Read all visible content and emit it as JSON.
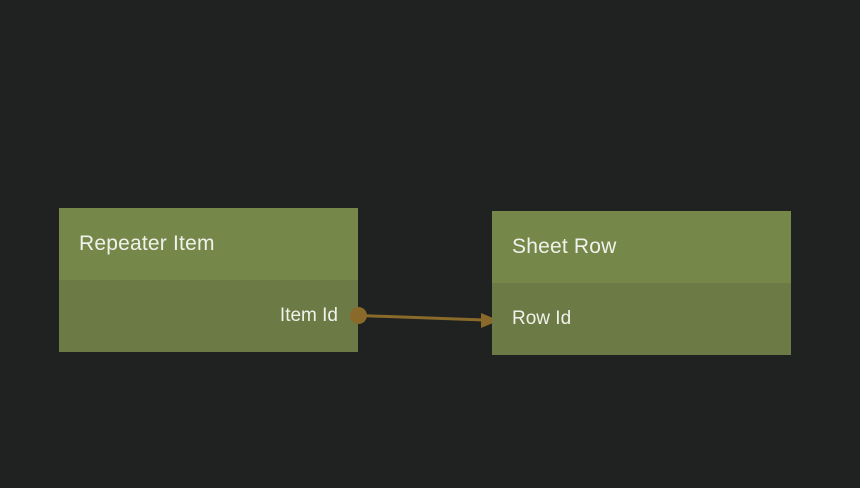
{
  "diagram": {
    "nodes": [
      {
        "id": "repeater-item",
        "title": "Repeater Item",
        "fields": [
          {
            "label": "Item Id",
            "align": "right",
            "port": "output"
          }
        ]
      },
      {
        "id": "sheet-row",
        "title": "Sheet Row",
        "fields": [
          {
            "label": "Row Id",
            "align": "left",
            "port": "input"
          }
        ]
      }
    ],
    "connections": [
      {
        "from_node": "Repeater Item",
        "from_field": "Item Id",
        "to_node": "Sheet Row",
        "to_field": "Row Id"
      }
    ]
  },
  "colors": {
    "canvas_bg": "#202121",
    "node_header": "#75884a",
    "node_body": "#6c7a45",
    "node_text": "#f1f1ec",
    "connector": "#8a6a2b"
  }
}
